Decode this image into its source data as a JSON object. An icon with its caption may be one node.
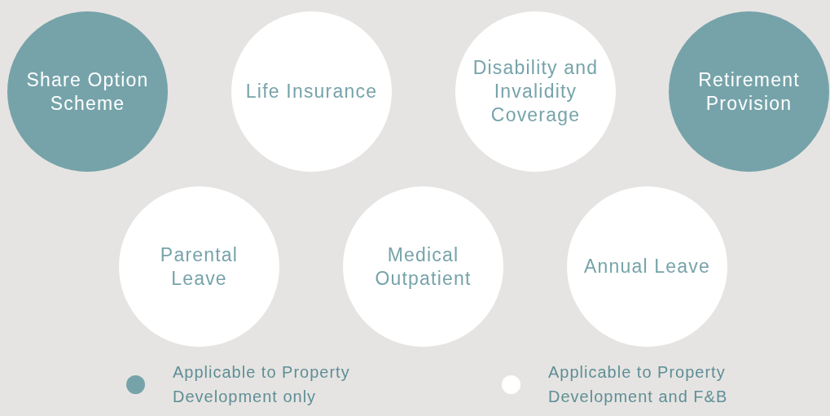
{
  "diagram": {
    "nodes": [
      {
        "text": [
          "Share Option Scheme"
        ]
      },
      {
        "text": [
          "Life Insurance"
        ]
      },
      {
        "text": [
          "Disability and Invalidity Coverage"
        ]
      },
      {
        "text": [
          "Retirement Provision"
        ]
      },
      {
        "text": [
          "Parental Leave"
        ]
      },
      {
        "text": [
          "Medical Outpatient"
        ]
      },
      {
        "text": [
          "Annual Leave"
        ]
      }
    ],
    "edges": [],
    "legend": [
      {
        "text": "Applicable to Property Development only",
        "color": "#76a3aa"
      },
      {
        "text": "Applicable to Property Development and F&B",
        "color": "#ffffff"
      }
    ]
  }
}
